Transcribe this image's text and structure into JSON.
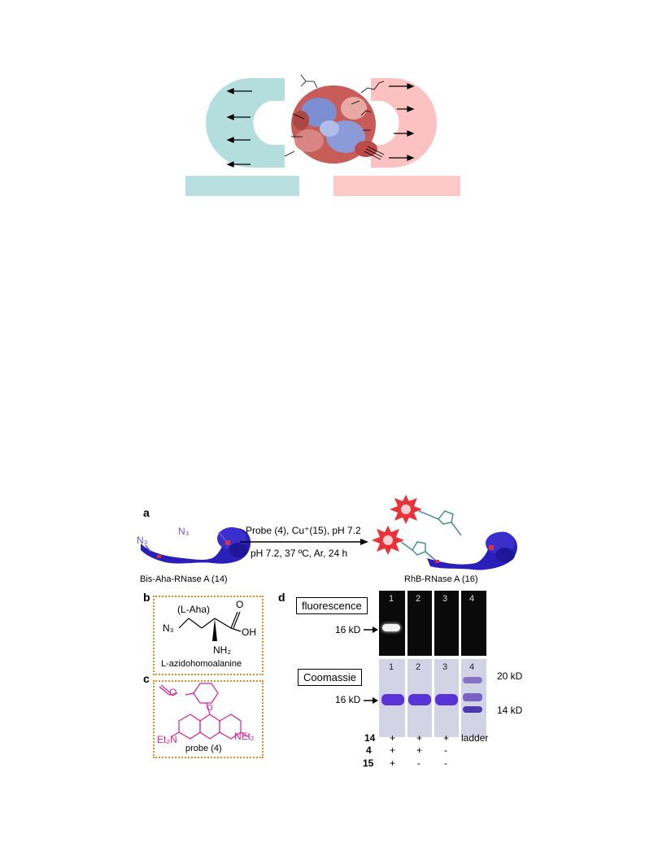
{
  "top_figure": {
    "colors": {
      "left_bar": "#b8e0e0",
      "right_bar": "#fdc8c8",
      "left_arc": "#b4dede",
      "right_arc": "#fcc2c2"
    }
  },
  "figure_a": {
    "panel_letter": "a",
    "reagents_top": "Probe (4), Cu⁺(15), pH 7.2",
    "conditions_bottom": "pH 7.2, 37 ºC, Ar, 24 h",
    "n3_label_1": "N₃",
    "n3_label_2": "N₃",
    "left_protein_label": "Bis-Aha-RNase A (14)",
    "right_protein_label": "RhB-RNase A (16)",
    "colors": {
      "protein": "#2a1fb8",
      "azide": "#6a5ad8",
      "starburst": "#e8333a",
      "triazole": "#4a8f8a"
    }
  },
  "figure_b": {
    "panel_letter": "b",
    "aha_label": "(L-Aha)",
    "n3": "N₃",
    "oh": "OH",
    "o": "O",
    "nh2": "NH₂",
    "name": "L-azidohomoalanine"
  },
  "figure_c": {
    "panel_letter": "c",
    "left_amine": "Et₂N",
    "right_amine": "NEt₂",
    "o1": "O",
    "o2": "O",
    "name": "probe (4)",
    "color": "#e0218a"
  },
  "figure_d": {
    "panel_letter": "d",
    "fluorescence_label": "fluorescence",
    "coomassie_label": "Coomassie",
    "lanes": [
      "1",
      "2",
      "3",
      "4"
    ],
    "band_label_fluor": "16 kD",
    "band_label_coom": "16 kD",
    "ladder_20": "20 kD",
    "ladder_14": "14 kD",
    "table": {
      "rows": [
        {
          "label": "14",
          "values": [
            "+",
            "+",
            "+",
            "ladder"
          ]
        },
        {
          "label": "4",
          "values": [
            "+",
            "+",
            "-",
            ""
          ]
        },
        {
          "label": "15",
          "values": [
            "+",
            "-",
            "-",
            ""
          ]
        }
      ]
    }
  }
}
